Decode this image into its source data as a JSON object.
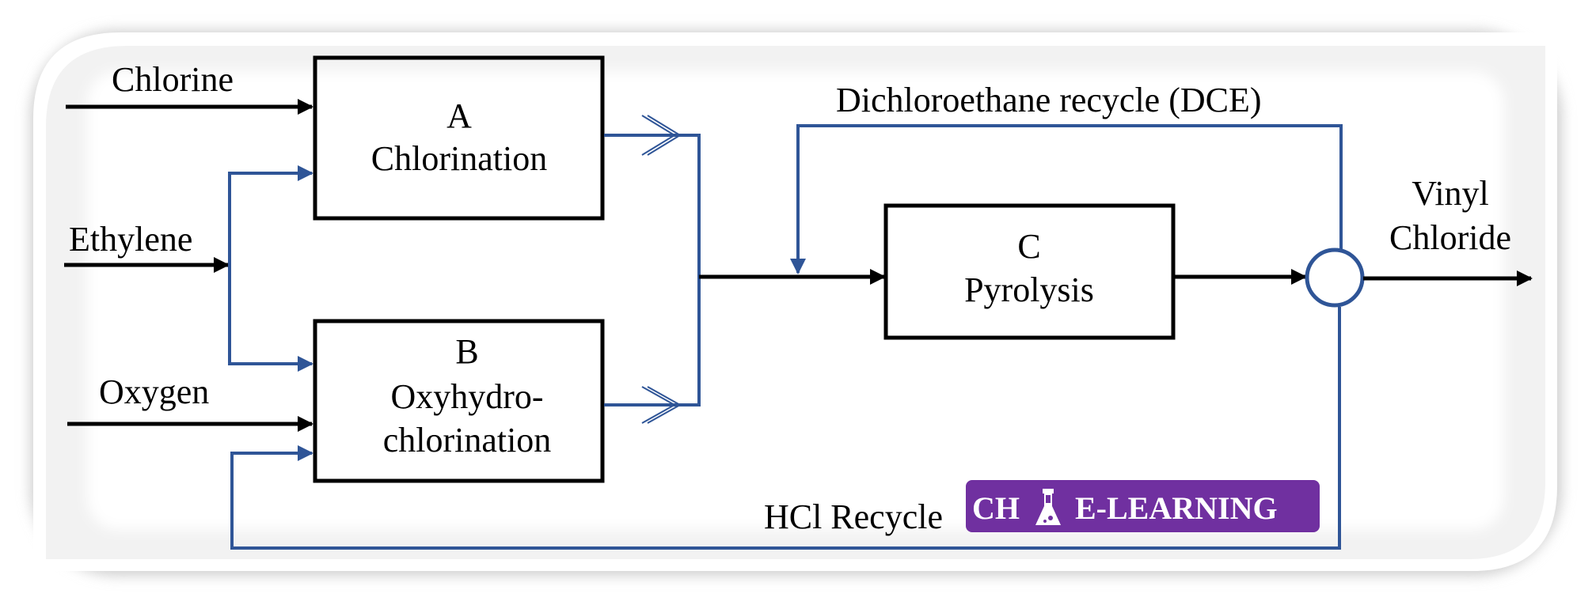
{
  "colors": {
    "flow_black": "#000000",
    "recycle_blue": "#2f5597",
    "badge_purple": "#7030a0",
    "frame_bg": "#f2f2f2"
  },
  "inputs": {
    "chlorine": "Chlorine",
    "ethylene": "Ethylene",
    "oxygen": "Oxygen"
  },
  "units": {
    "a": {
      "letter": "A",
      "name": "Chlorination"
    },
    "b": {
      "letter": "B",
      "name_line1": "Oxyhydro-",
      "name_line2": "chlorination"
    },
    "c": {
      "letter": "C",
      "name": "Pyrolysis"
    }
  },
  "streams": {
    "dce_recycle": "Dichloroethane recycle (DCE)",
    "hcl_recycle": "HCl Recycle",
    "product_line1": "Vinyl",
    "product_line2": "Chloride"
  },
  "badge": {
    "left": "CH",
    "right": "E-LEARNING",
    "icon": "flask-icon"
  }
}
